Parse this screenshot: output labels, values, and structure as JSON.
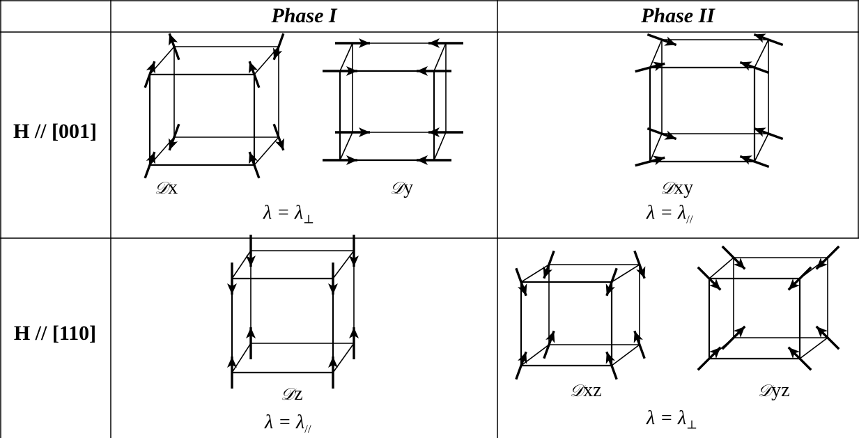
{
  "table": {
    "headers": [
      "",
      "Phase I",
      "Phase II"
    ],
    "rows": [
      {
        "label": "H // [001]",
        "phase1": {
          "domains": [
            {
              "script": "𝒟",
              "suffix": "x"
            },
            {
              "script": "𝒟",
              "suffix": "y"
            }
          ],
          "lambda": "λ = λ",
          "lambda_sub": "⊥"
        },
        "phase2": {
          "domains": [
            {
              "script": "𝒟",
              "suffix": "xy"
            }
          ],
          "lambda": "λ = λ",
          "lambda_sub": "//"
        }
      },
      {
        "label": "H // [110]",
        "phase1": {
          "domains": [
            {
              "script": "𝒟",
              "suffix": "z"
            }
          ],
          "lambda": "λ = λ",
          "lambda_sub": "//"
        },
        "phase2": {
          "domains": [
            {
              "script": "𝒟",
              "suffix": "xz"
            },
            {
              "script": "𝒟",
              "suffix": "yz"
            }
          ],
          "lambda": "λ = λ",
          "lambda_sub": "⊥"
        }
      }
    ]
  },
  "diagrams": [
    {
      "id": "Dx",
      "spin_direction": "along x",
      "icon": "spin-cube-diagram"
    },
    {
      "id": "Dy",
      "spin_direction": "along y",
      "icon": "spin-cube-diagram"
    },
    {
      "id": "Dxy",
      "spin_direction": "along xy diagonal",
      "icon": "spin-cube-diagram"
    },
    {
      "id": "Dz",
      "spin_direction": "along z",
      "icon": "spin-cube-diagram"
    },
    {
      "id": "Dxz",
      "spin_direction": "along xz diagonal",
      "icon": "spin-cube-diagram"
    },
    {
      "id": "Dyz",
      "spin_direction": "along yz diagonal",
      "icon": "spin-cube-diagram"
    }
  ]
}
